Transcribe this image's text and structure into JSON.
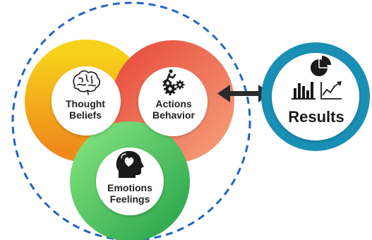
{
  "nodes": {
    "thought": {
      "line1": "Thought",
      "line2": "Beliefs",
      "icon": "brain-icon",
      "color": "#f5b800"
    },
    "actions": {
      "line1": "Actions",
      "line2": "Behavior",
      "icon": "running-gears-icon",
      "color": "#ef6a55"
    },
    "emotions": {
      "line1": "Emotions",
      "line2": "Feelings",
      "icon": "head-heart-icon",
      "color": "#4fbf63"
    }
  },
  "results": {
    "label": "Results",
    "icon": "charts-icon",
    "ring_color": "#1a8fb5"
  },
  "connector": {
    "icon": "double-arrow-icon"
  },
  "boundary": {
    "color": "#1e63c9"
  }
}
